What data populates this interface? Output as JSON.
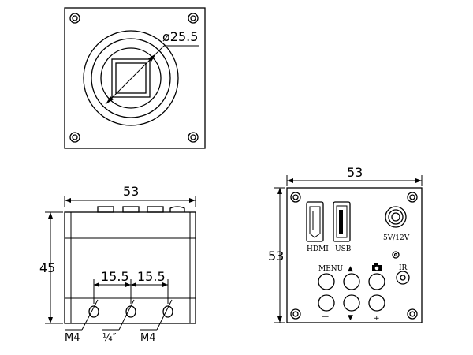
{
  "front": {
    "diameter_label": "ø25.5"
  },
  "side": {
    "width_label": "53",
    "height_label": "45",
    "spacing_left": "15.5",
    "spacing_right": "15.5",
    "hole_left": "M4",
    "hole_center": "¼″",
    "hole_right": "M4"
  },
  "rear": {
    "width_label": "53",
    "height_label": "53",
    "hdmi_label": "HDMI",
    "usb_label": "USB",
    "power_label": "5V/12V",
    "menu_label": "MENU",
    "ir_label": "IR",
    "up_symbol": "▲",
    "down_symbol": "▼",
    "minus_symbol": "—",
    "plus_symbol": "+"
  }
}
